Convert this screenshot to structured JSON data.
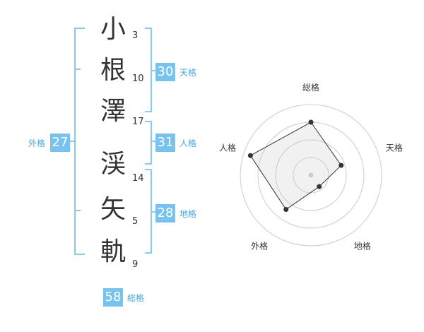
{
  "name": {
    "characters": [
      "小",
      "根",
      "澤",
      "渓",
      "矢",
      "軌"
    ],
    "strokes": [
      "3",
      "10",
      "17",
      "14",
      "5",
      "9"
    ]
  },
  "fortunes": {
    "tenkaku": {
      "label": "天格",
      "value": "30"
    },
    "jinkaku": {
      "label": "人格",
      "value": "31"
    },
    "chikaku": {
      "label": "地格",
      "value": "28"
    },
    "gaikaku": {
      "label": "外格",
      "value": "27"
    },
    "soukaku": {
      "label": "総格",
      "value": "58"
    }
  },
  "colors": {
    "accent": "#78c3ee",
    "label": "#4aa8e0",
    "bracket": "#8cc8f0",
    "text": "#333333"
  },
  "chart_data": {
    "type": "radar",
    "axes": [
      "総格",
      "天格",
      "地格",
      "外格",
      "人格"
    ],
    "values": [
      0.75,
      0.45,
      0.2,
      0.6,
      0.9
    ],
    "range": [
      0,
      1
    ],
    "rings": 4
  }
}
